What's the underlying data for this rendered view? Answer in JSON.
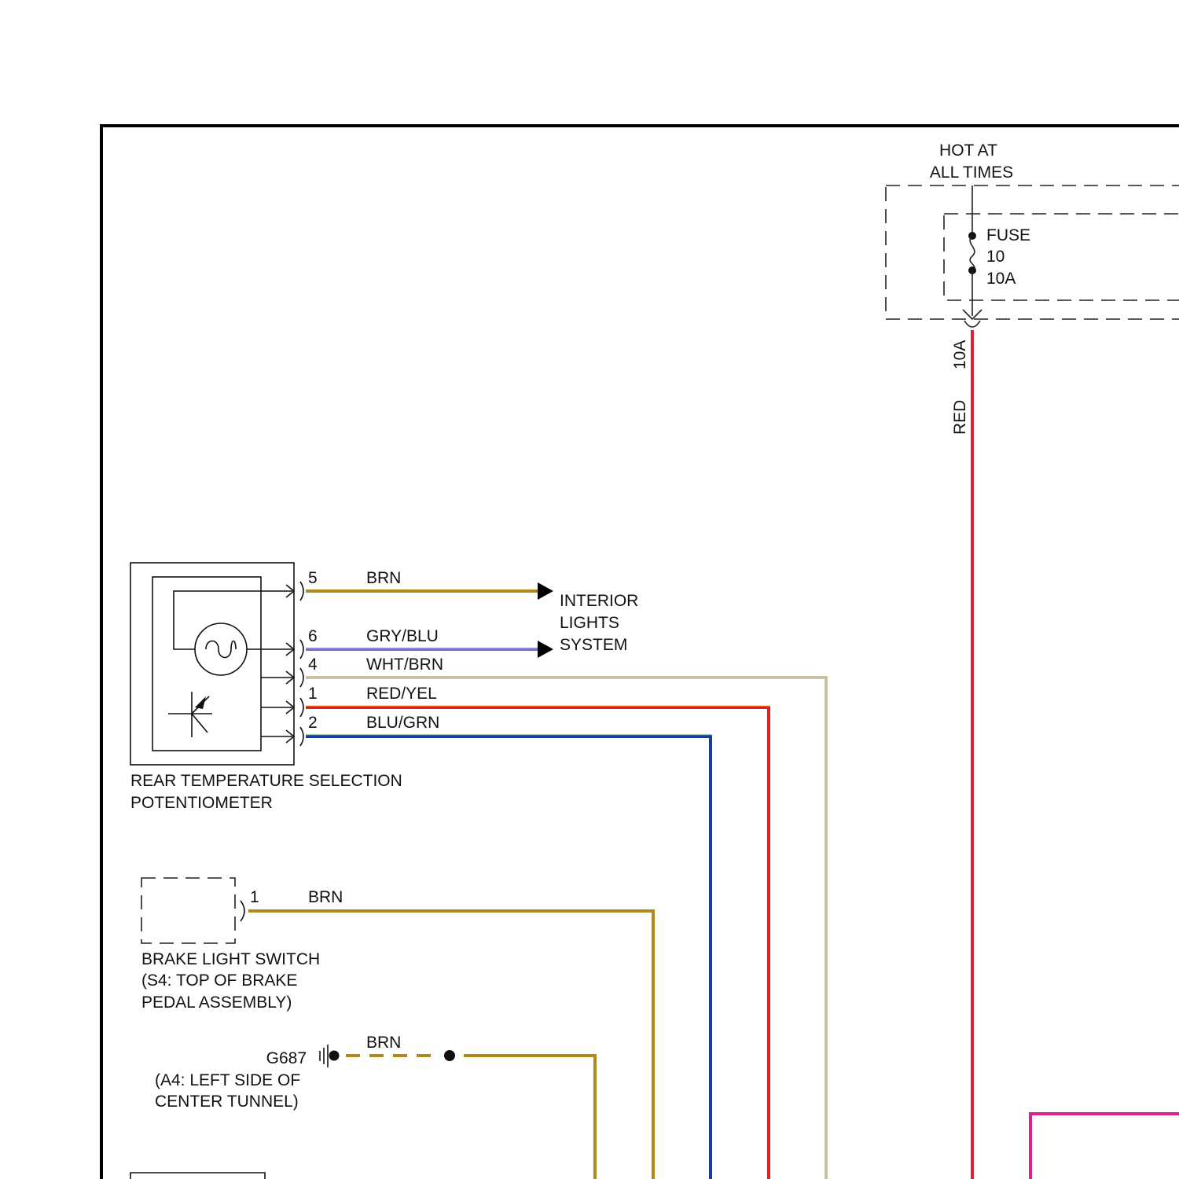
{
  "colors": {
    "frame": "#000000",
    "brn": "#b08a18",
    "gry_blu": "#6a6ad0",
    "wht_brn": "#c8c0a0",
    "red_yel": "#e02020",
    "blu_grn": "#1a3aa0",
    "red": "#e02030",
    "magenta": "#e0208a"
  },
  "power": {
    "hot_line1": "HOT AT",
    "hot_line2": "ALL TIMES",
    "fuse_label": "FUSE",
    "fuse_number": "10",
    "fuse_rating": "10A",
    "wire_rating": "10A",
    "wire_color": "RED"
  },
  "potentiometer": {
    "name_line1": "REAR TEMPERATURE SELECTION",
    "name_line2": "POTENTIOMETER",
    "pins": [
      {
        "pin": "5",
        "wire": "BRN"
      },
      {
        "pin": "6",
        "wire": "GRY/BLU"
      },
      {
        "pin": "4",
        "wire": "WHT/BRN"
      },
      {
        "pin": "1",
        "wire": "RED/YEL"
      },
      {
        "pin": "2",
        "wire": "BLU/GRN"
      }
    ]
  },
  "interior_lights": {
    "line1": "INTERIOR",
    "line2": "LIGHTS",
    "line3": "SYSTEM"
  },
  "brake_switch": {
    "pin": "1",
    "wire": "BRN",
    "line1": "BRAKE LIGHT SWITCH",
    "line2": "(S4: TOP OF BRAKE",
    "line3": "PEDAL ASSEMBLY)"
  },
  "ground": {
    "id": "G687",
    "wire": "BRN",
    "line1": "(A4: LEFT SIDE OF",
    "line2": "CENTER TUNNEL)"
  }
}
